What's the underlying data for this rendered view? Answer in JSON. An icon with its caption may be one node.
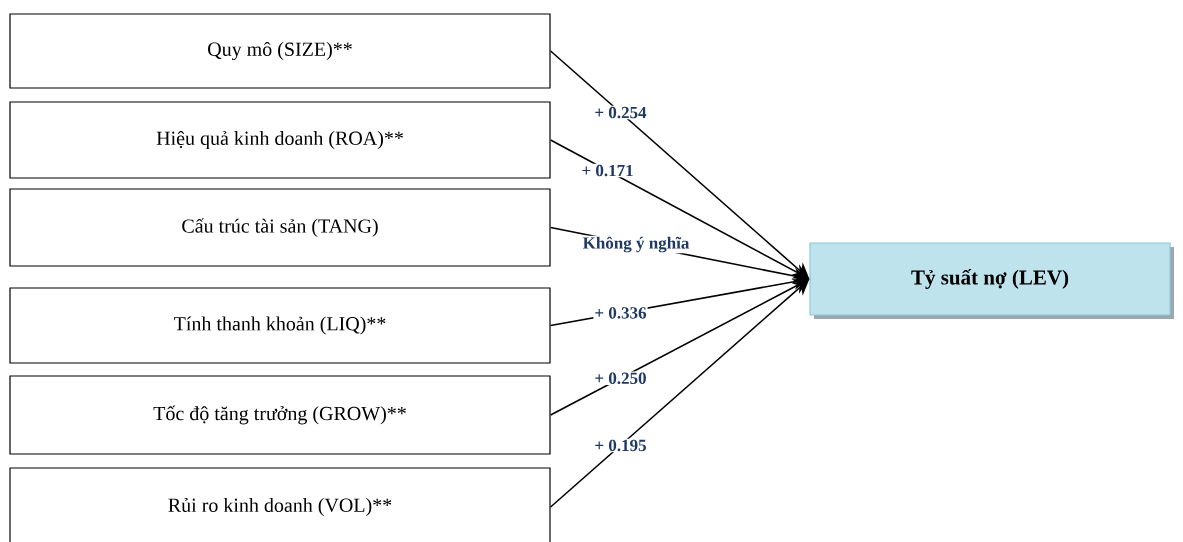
{
  "diagram": {
    "nodes": [
      {
        "text": [
          "Quy mô (SIZE)**"
        ]
      },
      {
        "text": [
          "Hiệu quả kinh doanh (ROA)**"
        ]
      },
      {
        "text": [
          "Cấu trúc tài sản (TANG)"
        ]
      },
      {
        "text": [
          "Tính thanh khoản (LIQ)**"
        ]
      },
      {
        "text": [
          "Tốc độ tăng trưởng (GROW)**"
        ]
      },
      {
        "text": [
          "Rủi ro kinh doanh (VOL)**"
        ]
      },
      {
        "text": [
          "Tỷ suất nợ (LEV)"
        ]
      }
    ],
    "edges": [
      {
        "from": 0,
        "to": 6,
        "arrow": "to",
        "label": "+ 0.254"
      },
      {
        "from": 1,
        "to": 6,
        "arrow": "to",
        "label": "+ 0.171"
      },
      {
        "from": 2,
        "to": 6,
        "arrow": "to",
        "label": "Không ý nghĩa"
      },
      {
        "from": 3,
        "to": 6,
        "arrow": "to",
        "label": "+ 0.336"
      },
      {
        "from": 4,
        "to": 6,
        "arrow": "to",
        "label": "+ 0.250"
      },
      {
        "from": 5,
        "to": 6,
        "arrow": "to",
        "label": "+ 0.195"
      }
    ]
  }
}
